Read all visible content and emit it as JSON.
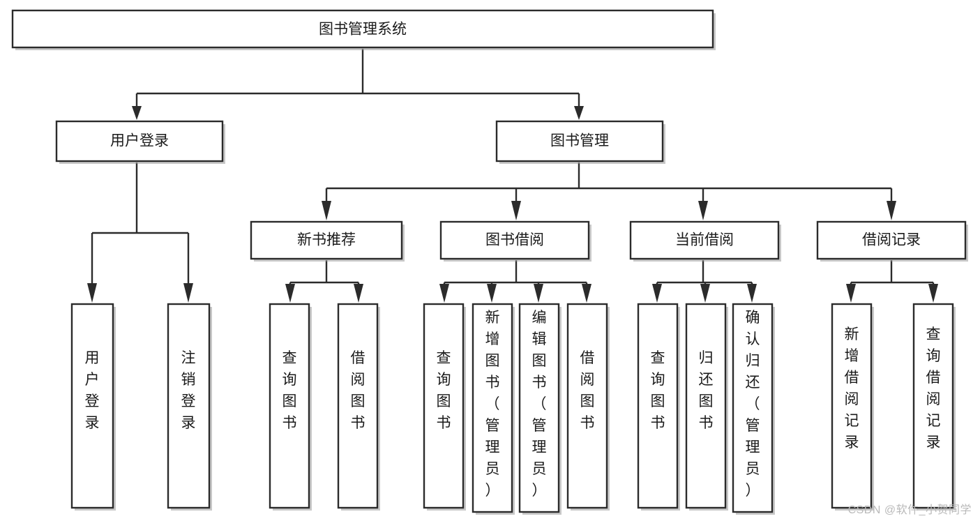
{
  "diagram": {
    "type": "tree",
    "orientation": "top-down",
    "title": "图书管理系统",
    "watermark": "CSDN @软件_小贺同学",
    "colors": {
      "stroke": "#2b2b2b",
      "fill": "#ffffff",
      "text": "#1a1a1a",
      "watermark": "#b9b9b9"
    },
    "root": {
      "id": "root",
      "label": "图书管理系统",
      "orientation": "horizontal"
    },
    "level1": [
      {
        "id": "user-login",
        "label": "用户登录",
        "orientation": "horizontal"
      },
      {
        "id": "book-management",
        "label": "图书管理",
        "orientation": "horizontal"
      }
    ],
    "level2": [
      {
        "id": "new-book-recommend",
        "label": "新书推荐",
        "orientation": "horizontal",
        "parent": "book-management"
      },
      {
        "id": "book-borrow",
        "label": "图书借阅",
        "orientation": "horizontal",
        "parent": "book-management"
      },
      {
        "id": "current-borrow",
        "label": "当前借阅",
        "orientation": "horizontal",
        "parent": "book-management"
      },
      {
        "id": "borrow-record",
        "label": "借阅记录",
        "orientation": "horizontal",
        "parent": "book-management"
      }
    ],
    "leaves": [
      {
        "id": "leaf-user-login",
        "label": "用户登录",
        "orientation": "vertical",
        "parent": "user-login"
      },
      {
        "id": "leaf-user-logout",
        "label": "注销登录",
        "orientation": "vertical",
        "parent": "user-login"
      },
      {
        "id": "leaf-query-book-1",
        "label": "查询图书",
        "orientation": "vertical",
        "parent": "new-book-recommend"
      },
      {
        "id": "leaf-borrow-book-1",
        "label": "借阅图书",
        "orientation": "vertical",
        "parent": "new-book-recommend"
      },
      {
        "id": "leaf-query-book-2",
        "label": "查询图书",
        "orientation": "vertical",
        "parent": "book-borrow"
      },
      {
        "id": "leaf-add-book-admin",
        "label": "新增图书（管理员）",
        "orientation": "vertical",
        "parent": "book-borrow"
      },
      {
        "id": "leaf-edit-book-admin",
        "label": "编辑图书（管理员）",
        "orientation": "vertical",
        "parent": "book-borrow"
      },
      {
        "id": "leaf-borrow-book-2",
        "label": "借阅图书",
        "orientation": "vertical",
        "parent": "book-borrow"
      },
      {
        "id": "leaf-query-book-3",
        "label": "查询图书",
        "orientation": "vertical",
        "parent": "current-borrow"
      },
      {
        "id": "leaf-return-book",
        "label": "归还图书",
        "orientation": "vertical",
        "parent": "current-borrow"
      },
      {
        "id": "leaf-confirm-return-admin",
        "label": "确认归还（管理员）",
        "orientation": "vertical",
        "parent": "current-borrow"
      },
      {
        "id": "leaf-add-borrow-record",
        "label": "新增借阅记录",
        "orientation": "vertical",
        "parent": "borrow-record"
      },
      {
        "id": "leaf-query-borrow-record",
        "label": "查询借阅记录",
        "orientation": "vertical",
        "parent": "borrow-record"
      }
    ]
  }
}
